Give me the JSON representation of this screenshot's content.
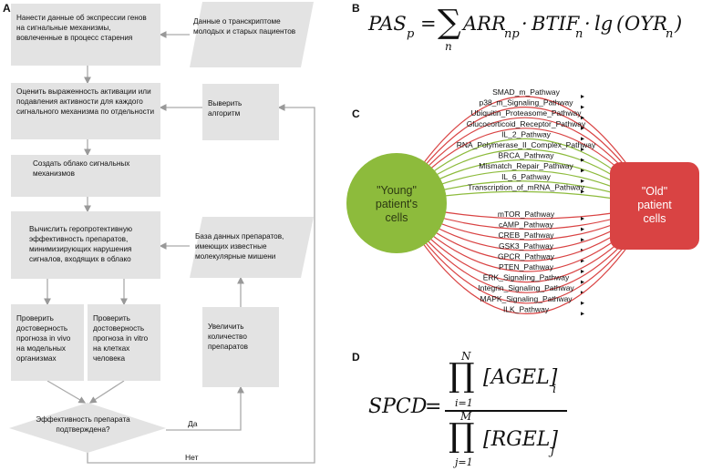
{
  "panels": {
    "a": "A",
    "b": "B",
    "c": "C",
    "d": "D"
  },
  "flow": {
    "box1": "Нанести данные об экспрессии генов на сигнальные механизмы, вовлеченные в процесс старения",
    "para1": "Данные о транскриптоме молодых и старых пациентов",
    "box2": "Оценить выраженность активации или подавления активности для каждого сигнального механизма по отдельности",
    "box_algo": "Выверить алгоритм",
    "box3": "Создать облако сигнальных механизмов",
    "box4": "Вычислить геропротективную эффективность препаратов, минимизирующих нарушения сигналов, входящих в облако",
    "para2": "База данных препаратов, имеющих известные молекулярные мишени",
    "box5": "Проверить достоверность прогноза in vivo на модельных организмах",
    "box6": "Проверить достоверность прогноза in vitro на клетках человека",
    "box_more": "Увеличить количество препаратов",
    "diamond": "Эффективность препарата подтверждена?",
    "yes": "Да",
    "no": "Нет"
  },
  "formula_b": {
    "pas": "PAS",
    "sub_p": "p",
    "eq": "=",
    "sum": "∑",
    "sub_n": "n",
    "arr": "ARR",
    "sub_np": "np",
    "dot1": "·",
    "btif": "BTIF",
    "sub_n2": "n",
    "dot2": "·",
    "lg": "lg",
    "lpar": "(",
    "oyr": "OYR",
    "sub_n3": "n",
    "rpar": ")"
  },
  "network": {
    "young": [
      "\"Young\"",
      "patient's",
      "cells"
    ],
    "old": [
      "\"Old\"",
      "patient",
      "cells"
    ],
    "green_color": "#8dbb3c",
    "red_color": "#d94343",
    "pathways_top": [
      "SMAD_m_Pathway",
      "p38_m_Signaling_Pathway",
      "Ubiquitin_Proteasome_Pathway",
      "Glucocorticoid_Receptor_Pathway",
      "IL_2_Pathway",
      "RNA_Polymerase_II_Complex_Pathway",
      "BRCA_Pathway",
      "Mismatch_Repair_Pathway",
      "IL_6_Pathway",
      "Transcription_of_mRNA_Pathway"
    ],
    "pathways_bottom": [
      "mTOR_Pathway",
      "cAMP_Pathway",
      "CREB_Pathway",
      "GSK3_Pathway",
      "GPCR_Pathway",
      "PTEN_Pathway",
      "ERK_Signaling_Pathway",
      "Integrin_Signaling_Pathway",
      "MAPK_Signaling_Pathway",
      "ILK_Pathway"
    ]
  },
  "formula_d": {
    "lhs": "SPCD",
    "eq": "=",
    "prod": "∏",
    "n_top": "N",
    "i_eq": "i=1",
    "agel": "[AGEL]",
    "sub_i": "i",
    "m_top": "M",
    "j_eq": "j=1",
    "rgel": "[RGEL]",
    "sub_j": "j"
  }
}
